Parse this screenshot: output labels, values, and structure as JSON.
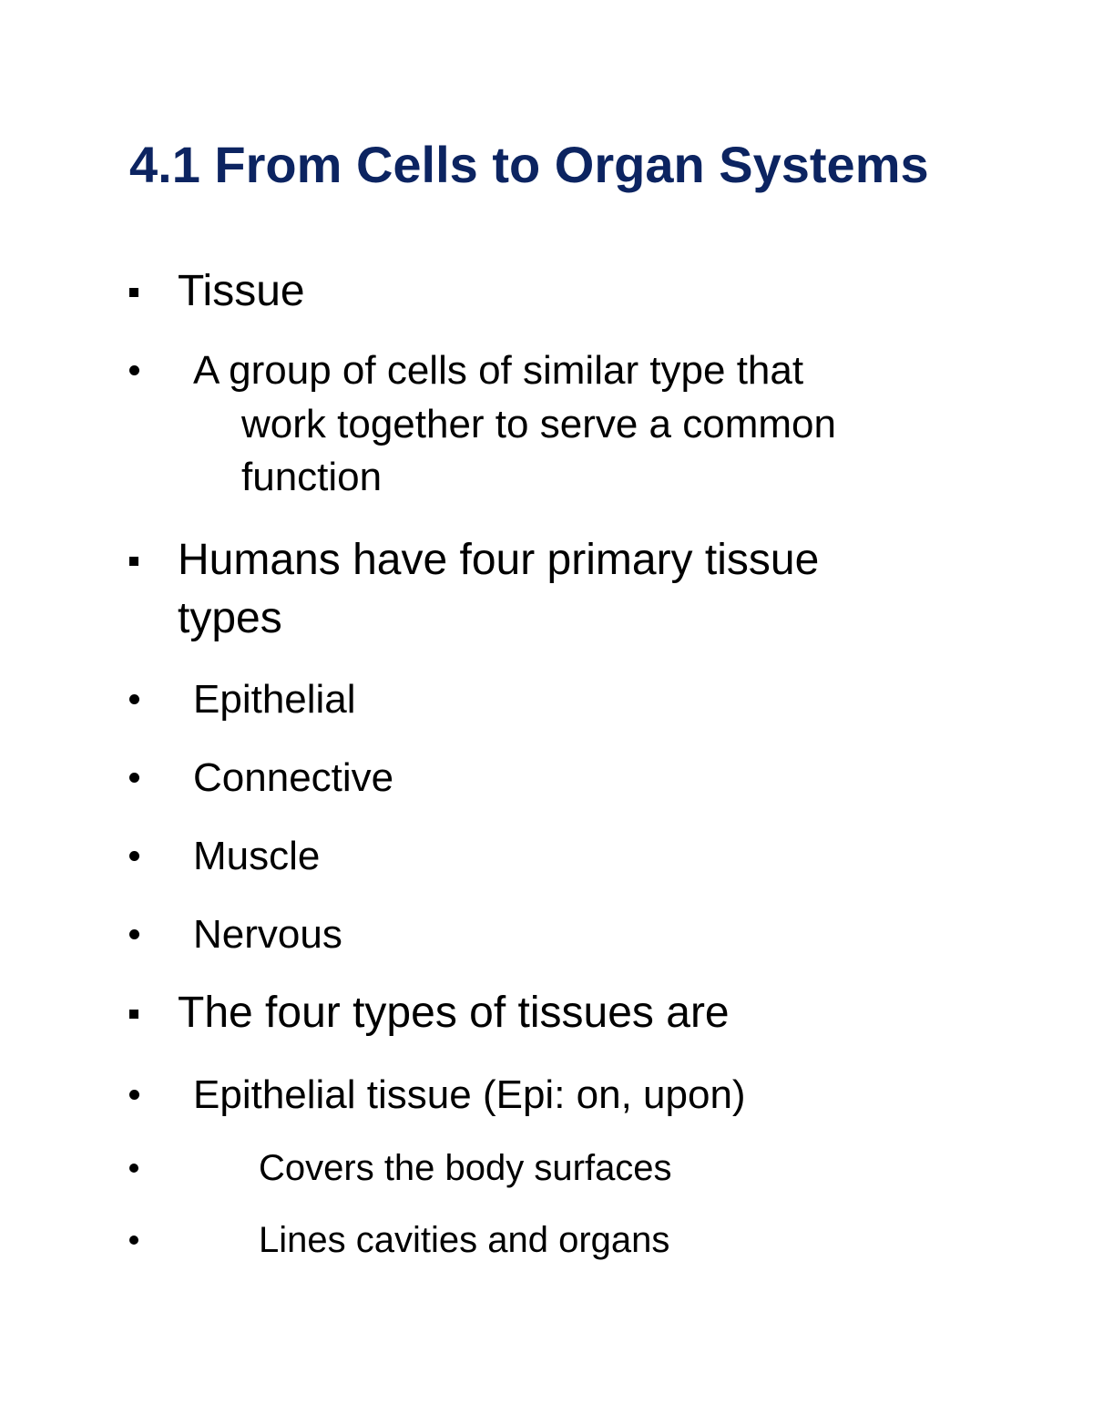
{
  "document": {
    "title": "4.1 From Cells to Organ Systems",
    "title_color": "#0c2461",
    "items": [
      {
        "level": 1,
        "bullet": "square",
        "text": "Tissue"
      },
      {
        "level": 2,
        "bullet": "round",
        "text": "A group of cells of similar type that work together to serve a common function",
        "lines": [
          "A group of cells of similar type that",
          "work together to serve a common",
          "function"
        ]
      },
      {
        "level": 1,
        "bullet": "square",
        "text": "Humans have four primary tissue types",
        "lines": [
          "Humans have four primary tissue",
          "types"
        ]
      },
      {
        "level": 2,
        "bullet": "round",
        "text": "Epithelial"
      },
      {
        "level": 2,
        "bullet": "round",
        "text": "Connective"
      },
      {
        "level": 2,
        "bullet": "round",
        "text": "Muscle"
      },
      {
        "level": 2,
        "bullet": "round",
        "text": "Nervous"
      },
      {
        "level": 1,
        "bullet": "square",
        "text": "The four types of tissues are"
      },
      {
        "level": 2,
        "bullet": "round",
        "text": "Epithelial tissue (Epi: on, upon)"
      },
      {
        "level": 3,
        "bullet": "round",
        "text": "Covers the body surfaces"
      },
      {
        "level": 3,
        "bullet": "round",
        "text": "Lines cavities and organs"
      }
    ]
  }
}
